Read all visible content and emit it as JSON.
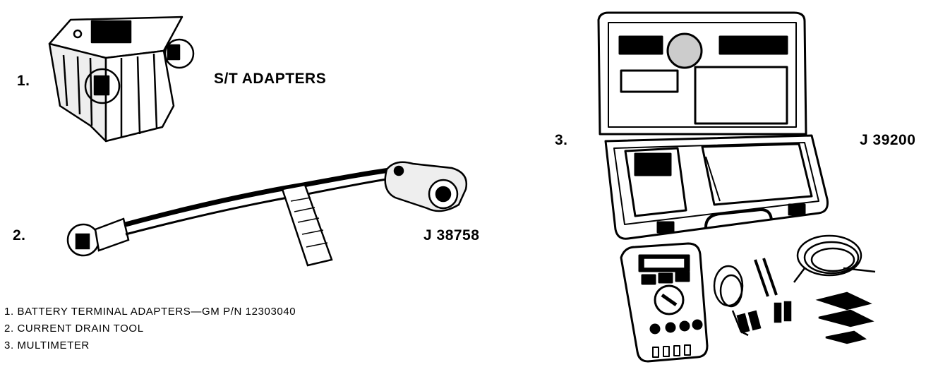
{
  "labels": {
    "item1_num": "1.",
    "item1_title": "S/T ADAPTERS",
    "item2_num": "2.",
    "item2_tool": "J 38758",
    "item3_num": "3.",
    "item3_tool": "J 39200"
  },
  "legend": [
    "1.  BATTERY TERMINAL ADAPTERS—GM P/N 12303040",
    "2.  CURRENT DRAIN TOOL",
    "3.  MULTIMETER"
  ]
}
